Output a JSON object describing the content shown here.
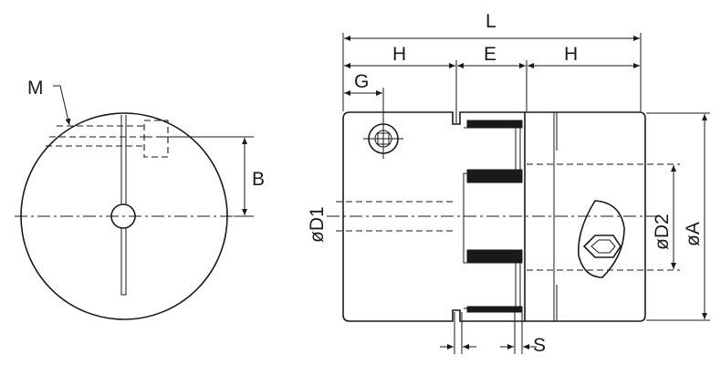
{
  "labels": {
    "M": "M",
    "B": "B",
    "L": "L",
    "H_left": "H",
    "E": "E",
    "H_right": "H",
    "G": "G",
    "D1": "øD1",
    "D2": "øD2",
    "A": "øA",
    "S": "S"
  },
  "colors": {
    "line": "#1a1a1a",
    "background": "#ffffff",
    "spider_fill": "#1a1a1a"
  }
}
